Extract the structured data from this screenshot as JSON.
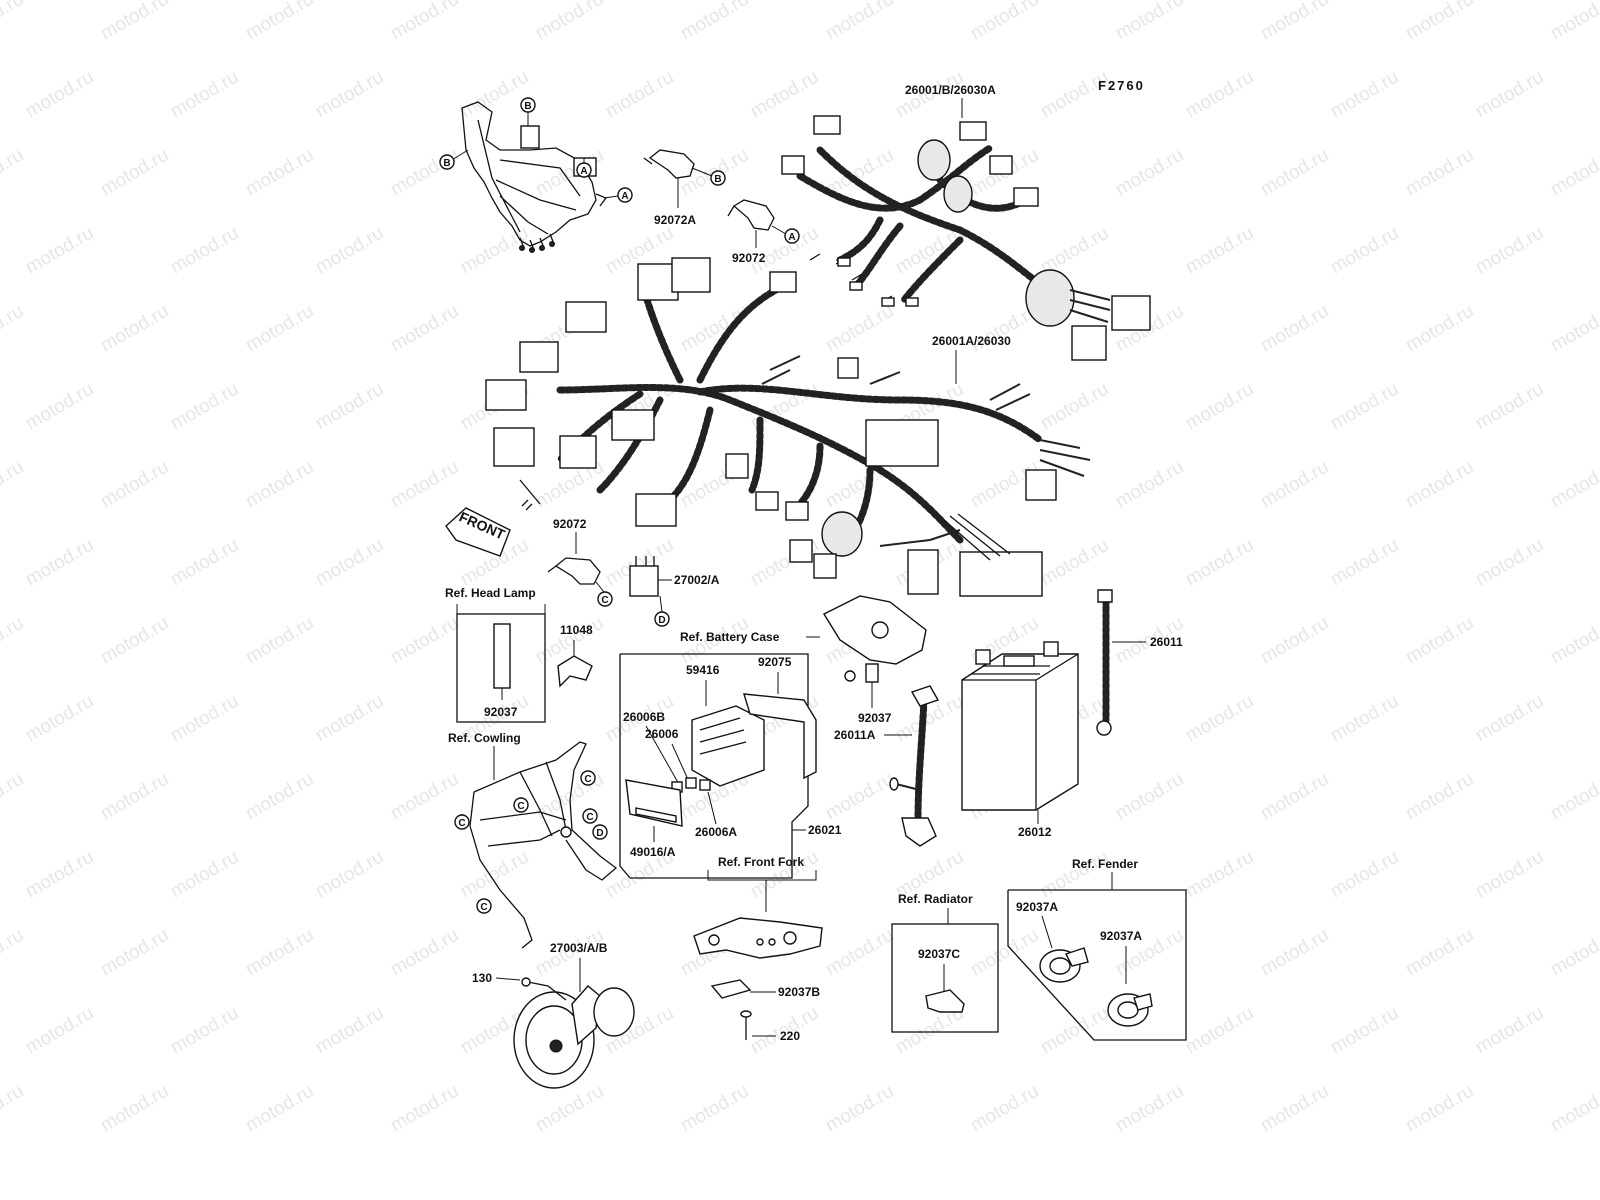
{
  "figure_code": "F2760",
  "watermark_text": "motod.ru",
  "front_label": "FRONT",
  "callout_letters": [
    "A",
    "B",
    "C",
    "D"
  ],
  "labels": {
    "harness_main_b": "26001/B/26030A",
    "harness_main_a": "26001A/26030",
    "clamp_92072A": "92072A",
    "clamp_92072_upper": "92072",
    "clamp_92072_lower": "92072",
    "relay": "27002/A",
    "p11048": "11048",
    "head_lamp_92037": "92037",
    "p59416": "59416",
    "p92075": "92075",
    "p26006B": "26006B",
    "p26006": "26006",
    "p26006A": "26006A",
    "p26021": "26021",
    "p49016": "49016/A",
    "battery_case_92037": "92037",
    "p26011A": "26011A",
    "p26011": "26011",
    "p26012": "26012",
    "horn": "27003/A/B",
    "p130": "130",
    "p92037B": "92037B",
    "p220": "220",
    "p92037C": "92037C",
    "p92037A_1": "92037A",
    "p92037A_2": "92037A"
  },
  "refs": {
    "head_lamp": "Ref. Head Lamp",
    "battery_case": "Ref. Battery Case",
    "cowling": "Ref. Cowling",
    "front_fork": "Ref. Front Fork",
    "radiator": "Ref. Radiator",
    "fender": "Ref. Fender"
  }
}
